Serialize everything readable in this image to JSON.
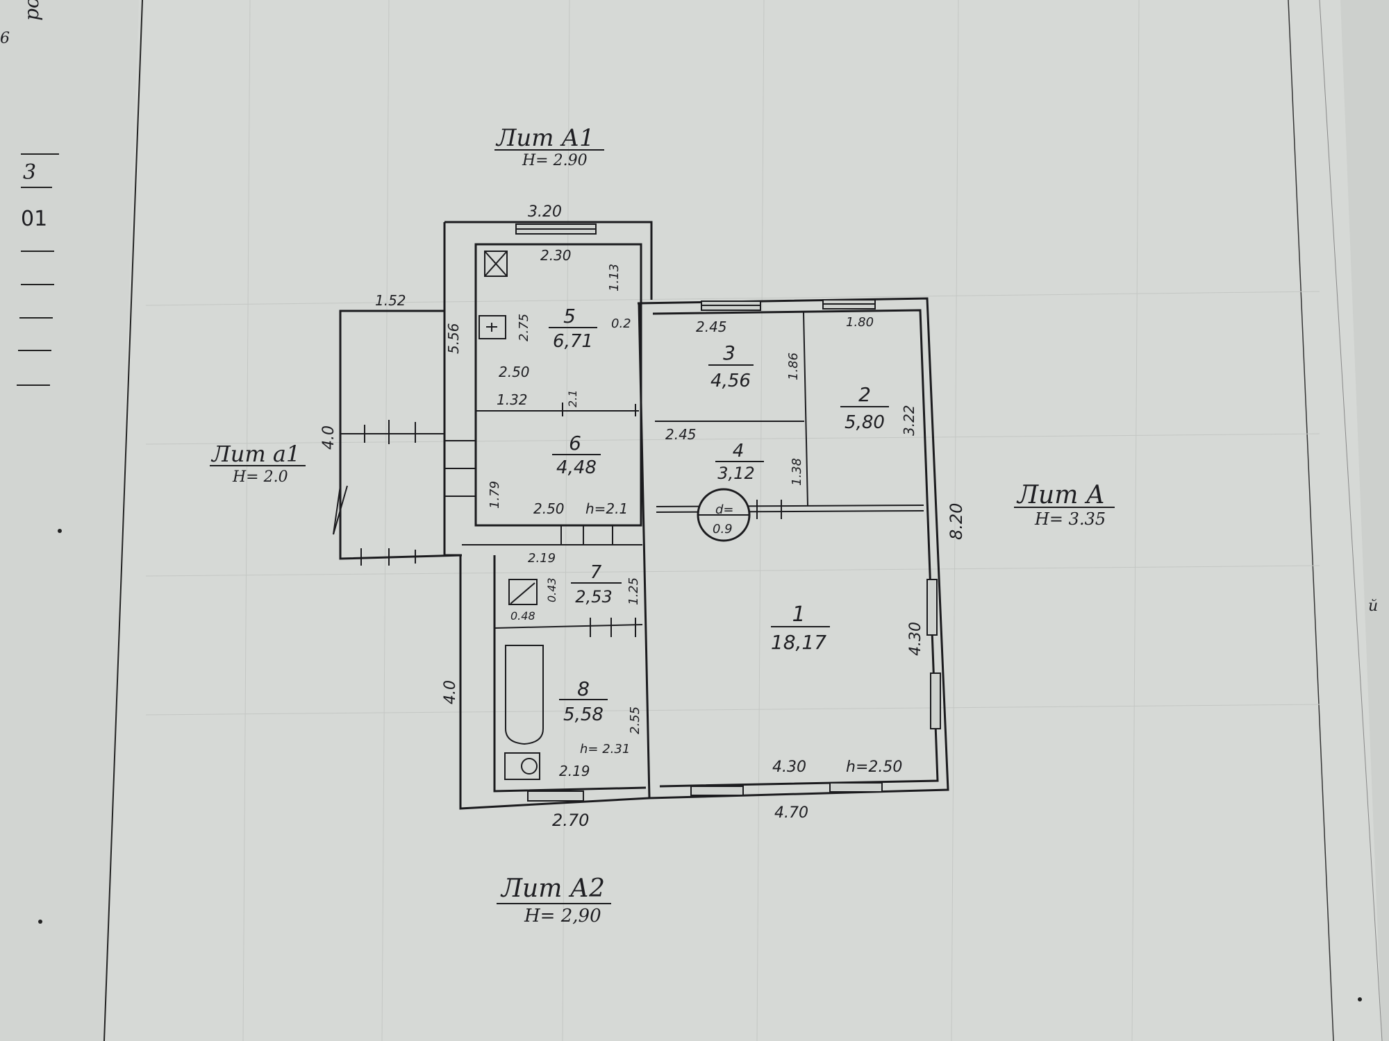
{
  "margin_marks": {
    "top_code": "ро",
    "corner_digit": "6",
    "fraction_top": "3",
    "fraction_bottom": "01",
    "right_letter": "й"
  },
  "blocks": {
    "lit_a1": {
      "title": "Лит А1",
      "height": "H= 2.90"
    },
    "lit_a": {
      "title": "Лит А",
      "height": "H= 3.35"
    },
    "lit_a_small": {
      "title": "Лит а1",
      "height": "H= 2.0"
    },
    "lit_a2": {
      "title": "Лит А2",
      "height": "H= 2,90"
    }
  },
  "rooms": [
    {
      "no": "1",
      "area": "18,17"
    },
    {
      "no": "2",
      "area": "5,80"
    },
    {
      "no": "3",
      "area": "4,56"
    },
    {
      "no": "4",
      "area": "3,12"
    },
    {
      "no": "5",
      "area": "6,71"
    },
    {
      "no": "6",
      "area": "4,48"
    },
    {
      "no": "7",
      "area": "2,53"
    },
    {
      "no": "8",
      "area": "5,58"
    }
  ],
  "dims": {
    "a1_top": "3.20",
    "r5_top": "2.30",
    "r5_right": "1.13",
    "r5_side": "2.75",
    "r5_gap": "0.2",
    "a1_left": "5.56",
    "porch_top": "1.52",
    "porch_left": "4.0",
    "r6_top": "2.50",
    "r6_seg": "1.32",
    "r6_small": "2.1",
    "r6_left": "1.79",
    "r6_bottom": "2.50",
    "r6_h": "h=2.1",
    "r3_top": "2.45",
    "r3_side": "1.86",
    "r2_top": "1.80",
    "r2_side": "3.22",
    "r4_top": "2.45",
    "r4_side": "1.38",
    "lit_a_side": "8.20",
    "r1_side": "4.30",
    "r1_bottom": "4.30",
    "r1_h": "h=2.50",
    "lit_a_bottom": "4.70",
    "r7_top": "2.19",
    "r7_small": "0.43",
    "r7_side": "1.25",
    "r7_closet": "0.48",
    "r8_side": "2.55",
    "r8_h": "h= 2.31",
    "r8_bottom": "2.19",
    "a2_left": "4.0",
    "a2_bottom": "2.70",
    "stove_d": "d=",
    "stove_val": "0.9"
  }
}
